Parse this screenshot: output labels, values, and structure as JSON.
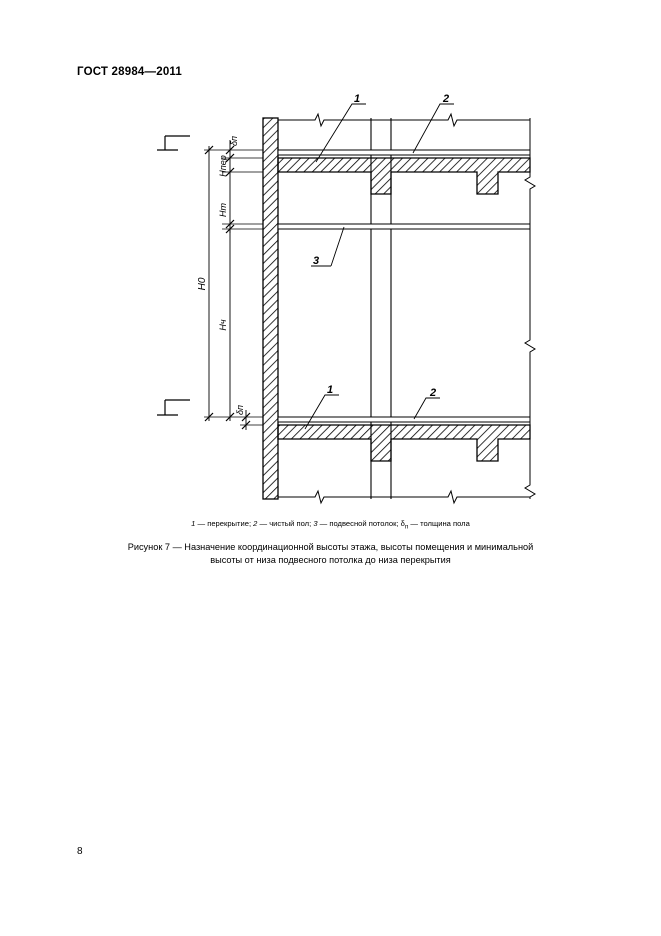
{
  "document": {
    "standard": "ГОСТ 28984—2011",
    "page_number": "8"
  },
  "figure": {
    "labels": {
      "slab_top": "1",
      "floor_top": "2",
      "ceiling": "3",
      "slab_bottom": "1",
      "floor_bottom": "2"
    },
    "dimensions": {
      "delta_top": "δп",
      "h_top": "Hпер",
      "h_min": "Hm",
      "h_zero": "H0",
      "h_room": "Hч",
      "delta_bottom": "δп"
    },
    "legend": {
      "n1": "1",
      "t1": " — перекрытие; ",
      "n2": "2",
      "t2": " — чистый пол; ",
      "n3": "3",
      "t3": " — подвесной потолок; δ",
      "sub": "п",
      "t4": " — толщина пола"
    },
    "caption": {
      "line1": "Рисунок 7 — Назначение координационной высоты этажа, высоты помещения и минимальной",
      "line2": "высоты от низа подвесного потолка до низа перекрытия"
    }
  }
}
